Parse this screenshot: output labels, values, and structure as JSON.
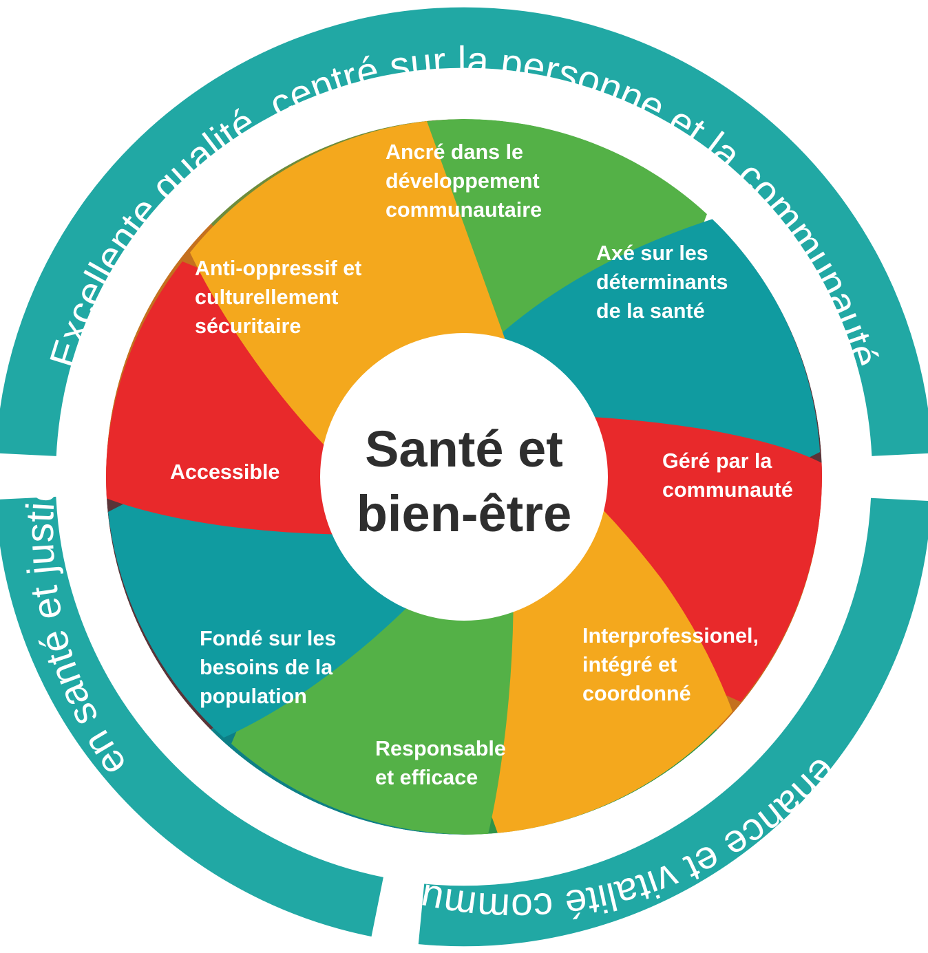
{
  "diagram": {
    "title": "Santé et bien-être",
    "type": "pinwheel-wheel-diagram",
    "center": {
      "line1": "Santé et",
      "line2": "bien-être",
      "text_color": "#2e2e2e",
      "background": "#ffffff"
    },
    "outer_ring": {
      "color": "#21a8a4",
      "text_color": "#ffffff",
      "segments": [
        {
          "id": "ring-top",
          "label": "Excellente qualité, centré sur la personne et la communauté"
        },
        {
          "id": "ring-right",
          "label": "Appartenance et vitalité communautaire"
        },
        {
          "id": "ring-bottom-left",
          "label": "Équité en santé et justice sociale"
        }
      ]
    },
    "petals": [
      {
        "id": "ancre-developpement-communautaire",
        "label": "Ancré dans le développement communautaire",
        "lines": [
          "Ancré dans le",
          "développement",
          "communautaire"
        ],
        "color": "#54b147",
        "shadow_color": "#6d8c3c",
        "text_color": "#ffffff"
      },
      {
        "id": "axe-determinants-sante",
        "label": "Axé sur les déterminants de la santé",
        "lines": [
          "Axé sur les",
          "déterminants",
          "de la santé"
        ],
        "color": "#109ba0",
        "shadow_color": "#5a3438",
        "text_color": "#ffffff"
      },
      {
        "id": "gere-par-la-communaute",
        "label": "Géré par la communauté",
        "lines": [
          "Géré par la",
          "communauté"
        ],
        "color": "#e8292b",
        "shadow_color": "#5a3438",
        "text_color": "#ffffff"
      },
      {
        "id": "interprofessionel-integre-coordonne",
        "label": "Interprofessionel, intégré et coordonné",
        "lines": [
          "Interprofessionel,",
          "intégré et",
          "coordonné"
        ],
        "color": "#f4a81d",
        "shadow_color": "#c4701f",
        "text_color": "#ffffff"
      },
      {
        "id": "responsable-et-efficace",
        "label": "Responsable et efficace",
        "lines": [
          "Responsable",
          "et efficace"
        ],
        "color": "#54b147",
        "shadow_color": "#2f9348",
        "text_color": "#ffffff"
      },
      {
        "id": "fonde-sur-les-besoins-de-la-population",
        "label": "Fondé sur les besoins de la population",
        "lines": [
          "Fondé sur les",
          "besoins de la",
          "population"
        ],
        "color": "#109ba0",
        "shadow_color": "#5a3438",
        "text_color": "#ffffff"
      },
      {
        "id": "accessible",
        "label": "Accessible",
        "lines": [
          "Accessible"
        ],
        "color": "#e8292b",
        "shadow_color": "#5a3438",
        "text_color": "#ffffff"
      },
      {
        "id": "anti-oppressif-culturellement-securitaire",
        "label": "Anti-oppressif et culturellement sécuritaire",
        "lines": [
          "Anti-oppressif et",
          "culturellement",
          "sécuritaire"
        ],
        "color": "#f4a81d",
        "shadow_color": "#c4701f",
        "text_color": "#ffffff"
      }
    ]
  }
}
